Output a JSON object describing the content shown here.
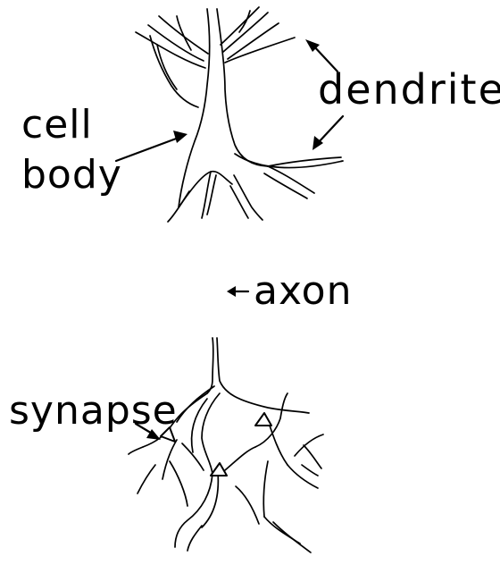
{
  "labels": {
    "dendrites": "dendrites",
    "cell_body_line1": "cell",
    "cell_body_line2": "body",
    "axon": "axon",
    "synapse": "synapse"
  },
  "colors": {
    "ink": "#000000",
    "background": "#ffffff"
  }
}
